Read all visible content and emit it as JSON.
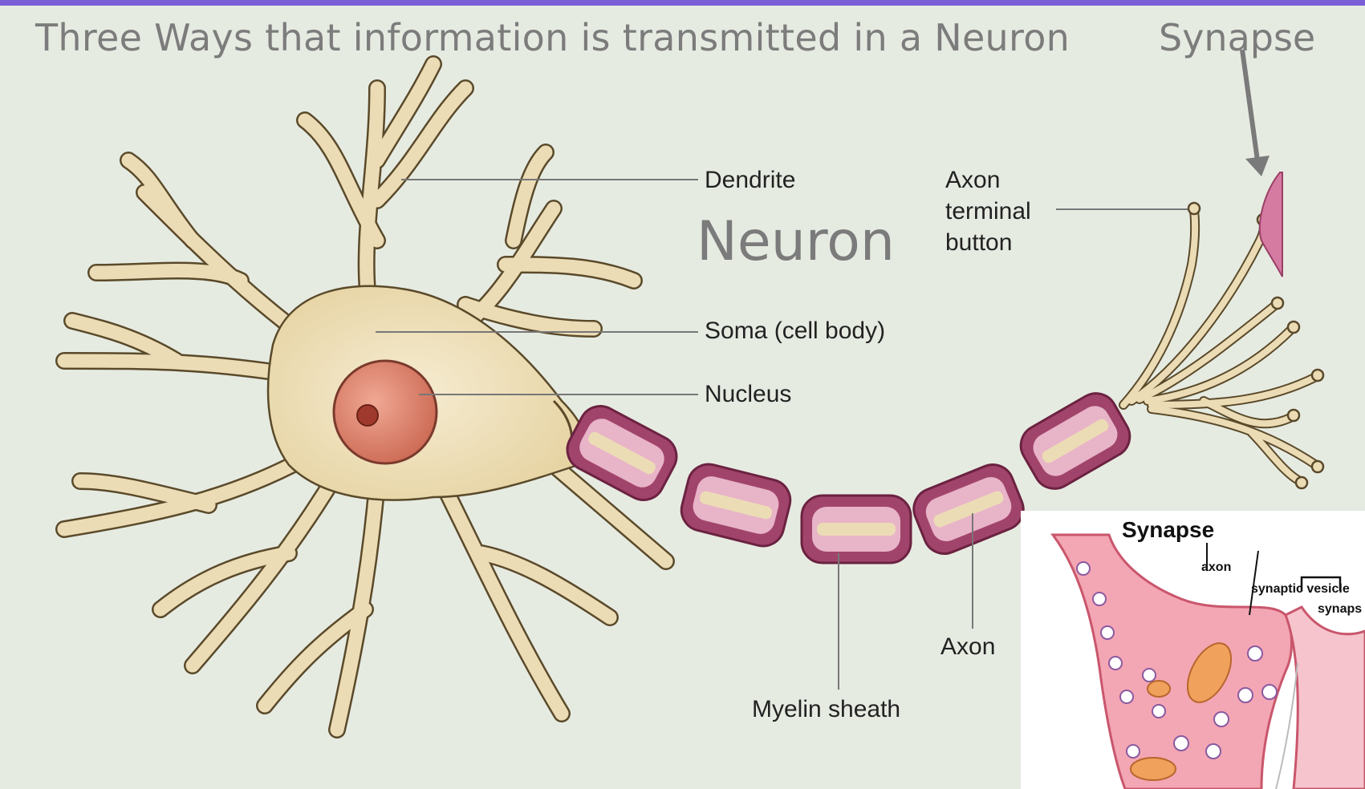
{
  "slide": {
    "title": "Three Ways that information is transmitted in a Neuron",
    "synapse_heading": "Synapse",
    "neuron_heading": "Neuron"
  },
  "labels": {
    "dendrite": "Dendrite",
    "axon_terminal_1": "Axon",
    "axon_terminal_2": "terminal",
    "axon_terminal_3": "button",
    "soma": "Soma (cell body)",
    "nucleus": "Nucleus",
    "axon": "Axon",
    "myelin": "Myelin sheath"
  },
  "inset": {
    "title": "Synapse",
    "axon": "axon",
    "synaptic_vesicle": "synaptic vesicle",
    "synapse": "synaps"
  },
  "colors": {
    "accent_bar": "#7b5fd8",
    "cell_fill": "#ecdcb6",
    "cell_outline": "#5a4a2a",
    "myelin_outer": "#a1446b",
    "myelin_inner": "#e8b4c8",
    "nucleus": "#d98270"
  }
}
